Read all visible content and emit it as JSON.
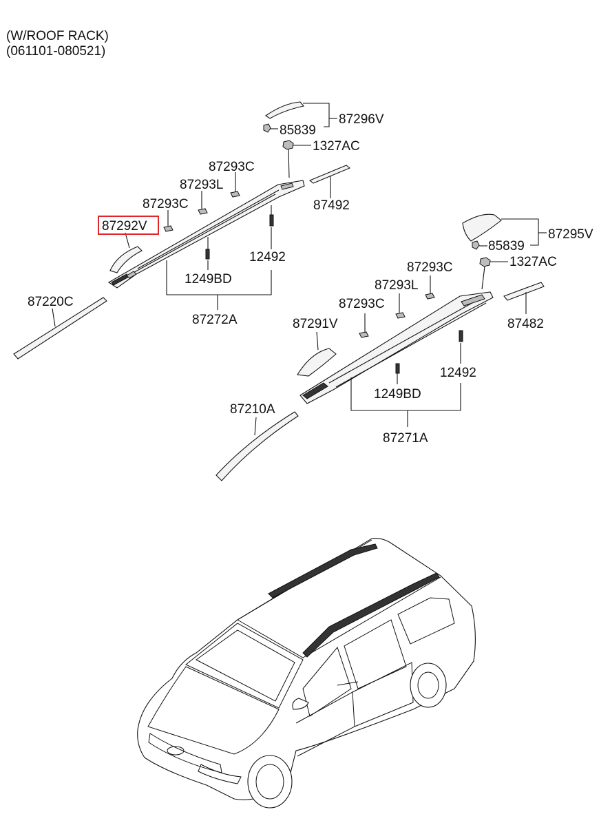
{
  "header": {
    "line1": "(W/ROOF RACK)",
    "line2": "(061101-080521)"
  },
  "highlighted_part": "87292V",
  "labels": {
    "p87296V": "87296V",
    "p85839_a": "85839",
    "p1327AC_a": "1327AC",
    "p87293C_a": "87293C",
    "p87293L_a": "87293L",
    "p87492": "87492",
    "p87293C_b": "87293C",
    "p87292V": "87292V",
    "p12492_a": "12492",
    "p1249BD_a": "1249BD",
    "p87220C": "87220C",
    "p87272A": "87272A",
    "p87295V": "87295V",
    "p85839_b": "85839",
    "p1327AC_b": "1327AC",
    "p87293C_c": "87293C",
    "p87293L_b": "87293L",
    "p87482": "87482",
    "p87293C_d": "87293C",
    "p87291V": "87291V",
    "p12492_b": "12492",
    "p1249BD_b": "1249BD",
    "p87210A": "87210A",
    "p87271A": "87271A"
  },
  "colors": {
    "highlight": "#e0262a",
    "line": "#111111"
  }
}
